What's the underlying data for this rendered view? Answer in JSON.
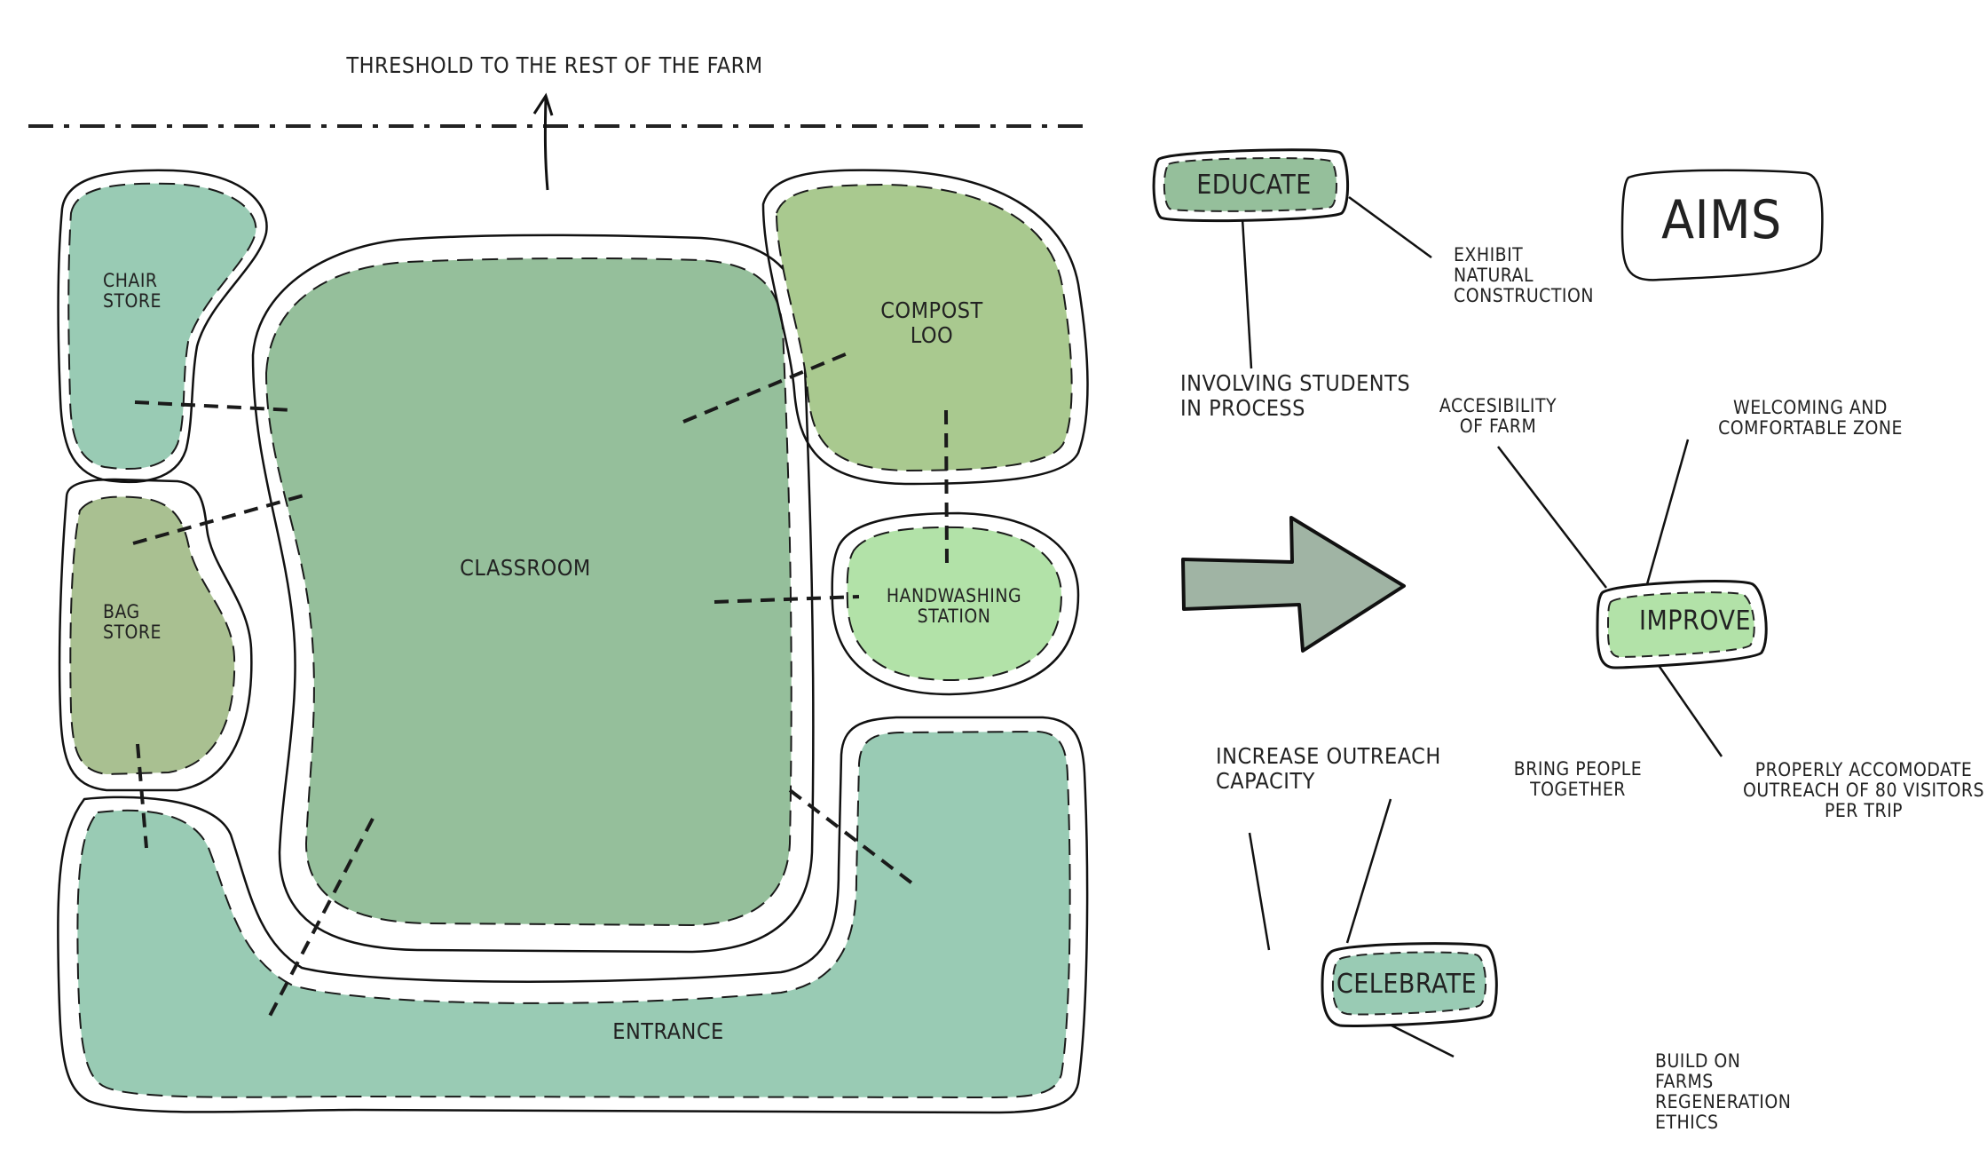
{
  "title": "AIMS",
  "threshold_label": "THRESHOLD TO THE REST OF THE FARM",
  "zones": {
    "chair_store": "CHAIR\nSTORE",
    "bag_store": "BAG\nSTORE",
    "classroom": "CLASSROOM",
    "compost_loo": "COMPOST\nLOO",
    "handwashing_station": "HANDWASHING\nSTATION",
    "entrance": "ENTRANCE"
  },
  "aims": {
    "educate": {
      "label": "EDUCATE",
      "items": [
        "EXHIBIT\nNATURAL\nCONSTRUCTION",
        "INVOLVING STUDENTS\nIN PROCESS"
      ]
    },
    "improve": {
      "label": "IMPROVE",
      "items": [
        "ACCESIBILITY\nOF FARM",
        "WELCOMING AND\nCOMFORTABLE ZONE",
        "PROPERLY ACCOMODATE\nOUTREACH OF 80 VISITORS\nPER TRIP"
      ]
    },
    "celebrate": {
      "label": "CELEBRATE",
      "items": [
        "INCREASE OUTREACH\nCAPACITY",
        "BRING PEOPLE\nTOGETHER",
        "BUILD ON\nFARMS\nREGENERATION\nETHICS"
      ]
    }
  },
  "colors": {
    "teal": "#99cbb4",
    "teal_edge": "#86bda3",
    "sage": "#95bf9b",
    "sage_edge": "#82ad88",
    "olive": "#a9c091",
    "olive_edge": "#93ad7c",
    "light_green": "#b2e2a8",
    "light_green_edge": "#9dcf92",
    "arrow": "#a0b4a4",
    "arrow_edge": "#8aa08e",
    "ink": "#1a1a1a"
  }
}
